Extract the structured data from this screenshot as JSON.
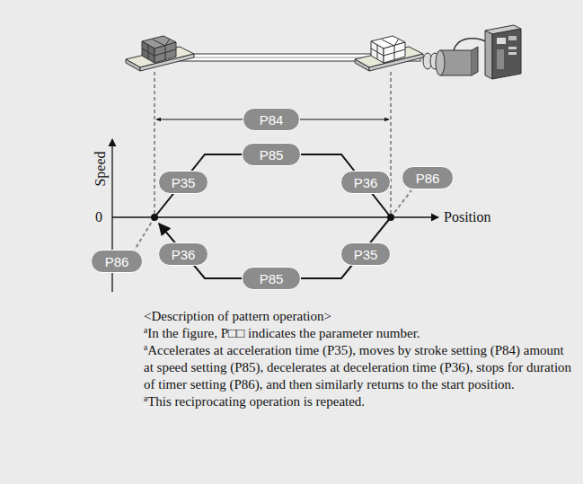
{
  "diagram": {
    "nodes": [
      {
        "text": [
          "P84"
        ]
      },
      {
        "text": [
          "P85"
        ]
      },
      {
        "text": [
          "P35"
        ]
      },
      {
        "text": [
          "P36"
        ]
      },
      {
        "text": [
          "P86"
        ]
      },
      {
        "text": [
          "P86"
        ]
      },
      {
        "text": [
          "P36"
        ]
      },
      {
        "text": [
          "P35"
        ]
      },
      {
        "text": [
          "P85"
        ]
      }
    ],
    "labels": [
      "Speed",
      "0",
      "Position",
      "<Description of pattern operation>",
      "ªIn the figure, P□□ indicates the parameter number.",
      "ªAccelerates at acceleration time (P35), moves by stroke setting (P84) amount at speed setting (P85), decelerates at deceleration time (P36), stops for duration of timer setting (P86), and then similarly returns to the start position.",
      "ªThis reciprocating operation is repeated."
    ]
  }
}
